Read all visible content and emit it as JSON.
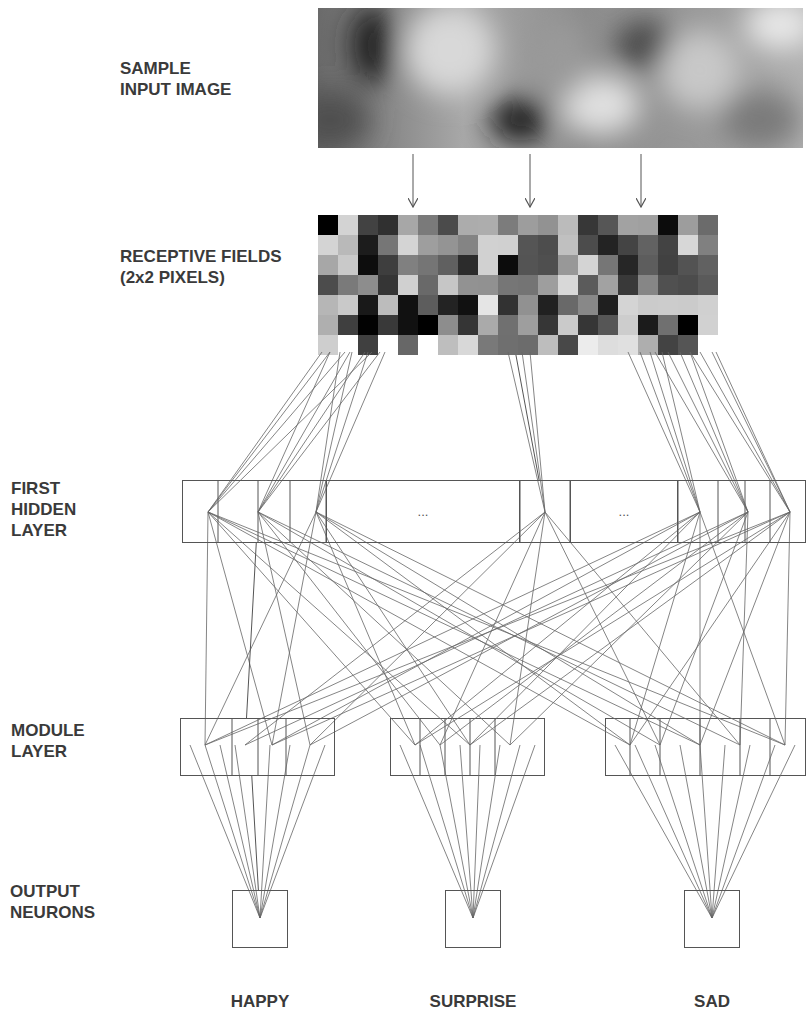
{
  "diagram": {
    "nodes": [
      {
        "text": [
          "SAMPLE INPUT IMAGE"
        ]
      },
      {
        "text": [
          "RECEPTIVE FIELDS (2x2 PIXELS)"
        ]
      },
      {
        "text": [
          "FIRST HIDDEN LAYER"
        ]
      },
      {
        "text": [
          "..."
        ],
        "in": 2
      },
      {
        "text": [
          "..."
        ],
        "in": 2
      },
      {
        "text": [
          "MODULE LAYER"
        ]
      },
      {
        "text": [
          "HAPPY"
        ]
      },
      {
        "text": [
          "SURPRISE"
        ]
      },
      {
        "text": [
          "SAD"
        ]
      }
    ],
    "edges": [
      {
        "from": 0,
        "to": 1,
        "arrow": "to"
      },
      {
        "from": 0,
        "to": 1,
        "arrow": "to"
      },
      {
        "from": 0,
        "to": 1,
        "arrow": "to"
      },
      {
        "from": 1,
        "to": 2,
        "arrow": "none"
      },
      {
        "from": 2,
        "to": 5,
        "arrow": "none"
      },
      {
        "from": 5,
        "to": 6,
        "arrow": "none"
      }
    ],
    "labels": [
      "OUTPUT NEURONS"
    ]
  }
}
